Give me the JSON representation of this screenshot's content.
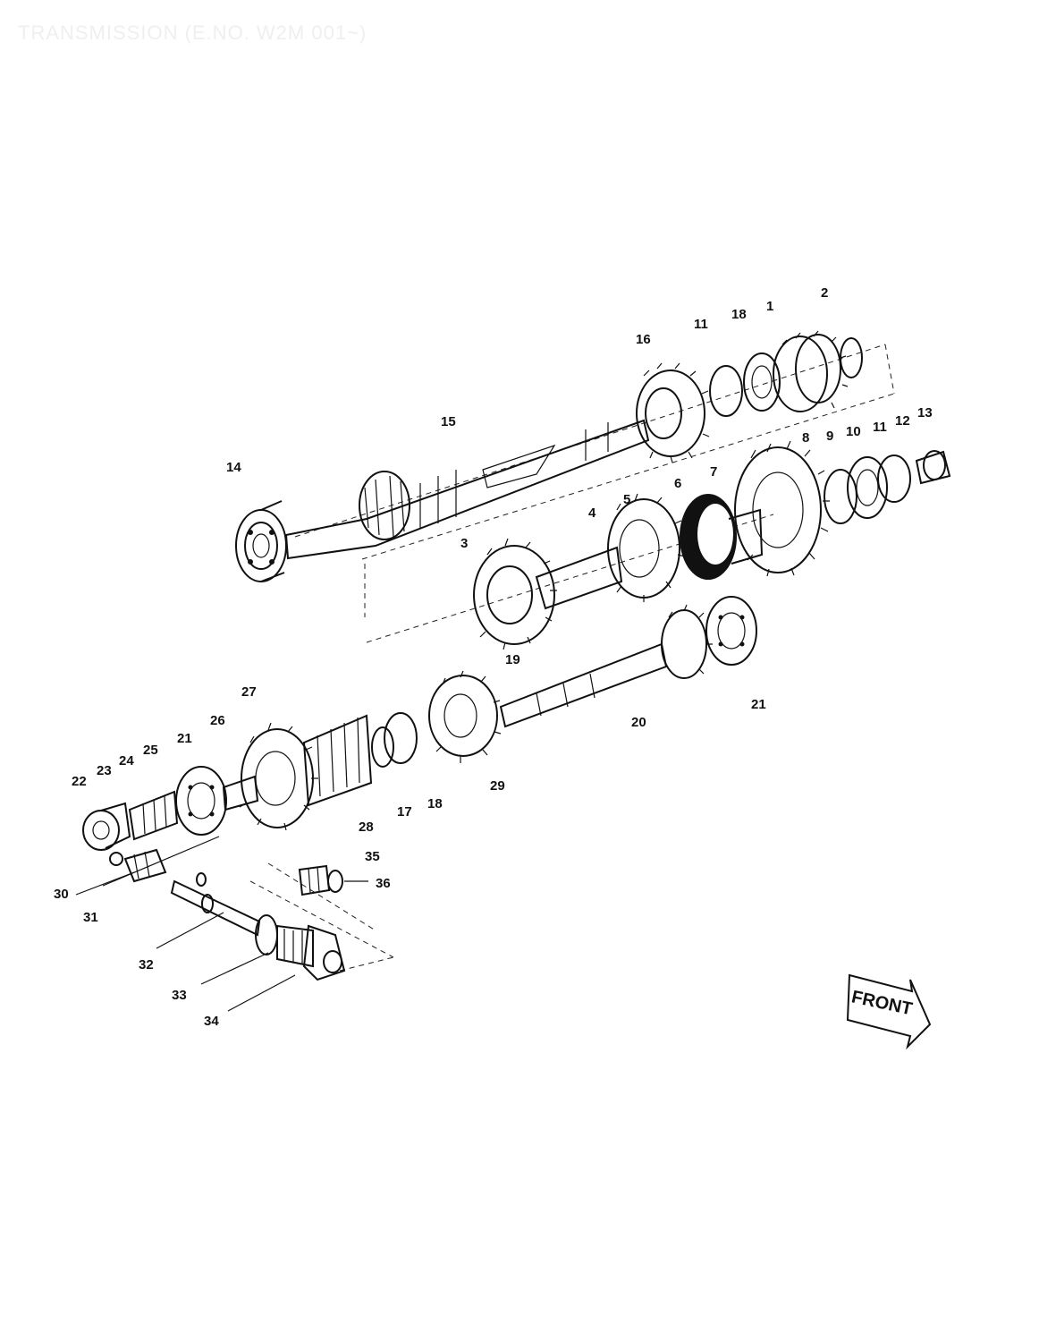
{
  "title": "TRANSMISSION (E.NO. W2M 001~)",
  "front_label": "FRONT",
  "callouts": [
    "1",
    "2",
    "3",
    "4",
    "5",
    "6",
    "7",
    "8",
    "9",
    "10",
    "11",
    "12",
    "13",
    "14",
    "15",
    "16",
    "17",
    "18",
    "19",
    "20",
    "21",
    "22",
    "23",
    "24",
    "25",
    "26",
    "27",
    "28",
    "29",
    "30",
    "31",
    "32",
    "33",
    "34",
    "35",
    "36"
  ],
  "callout_labels": {
    "c1": "1",
    "c2": "2",
    "c3": "3",
    "c4": "4",
    "c5": "5",
    "c6": "6",
    "c7": "7",
    "c8": "8",
    "c9": "9",
    "c10": "10",
    "c11a": "11",
    "c11b": "11",
    "c12": "12",
    "c13": "13",
    "c14": "14",
    "c15": "15",
    "c16": "16",
    "c17": "17",
    "c18a": "18",
    "c18b": "18",
    "c19": "19",
    "c20": "20",
    "c21a": "21",
    "c21b": "21",
    "c22": "22",
    "c23": "23",
    "c24": "24",
    "c25": "25",
    "c26": "26",
    "c27": "27",
    "c28": "28",
    "c29": "29",
    "c30": "30",
    "c31": "31",
    "c32": "32",
    "c33": "33",
    "c34": "34",
    "c35": "35",
    "c36": "36"
  }
}
